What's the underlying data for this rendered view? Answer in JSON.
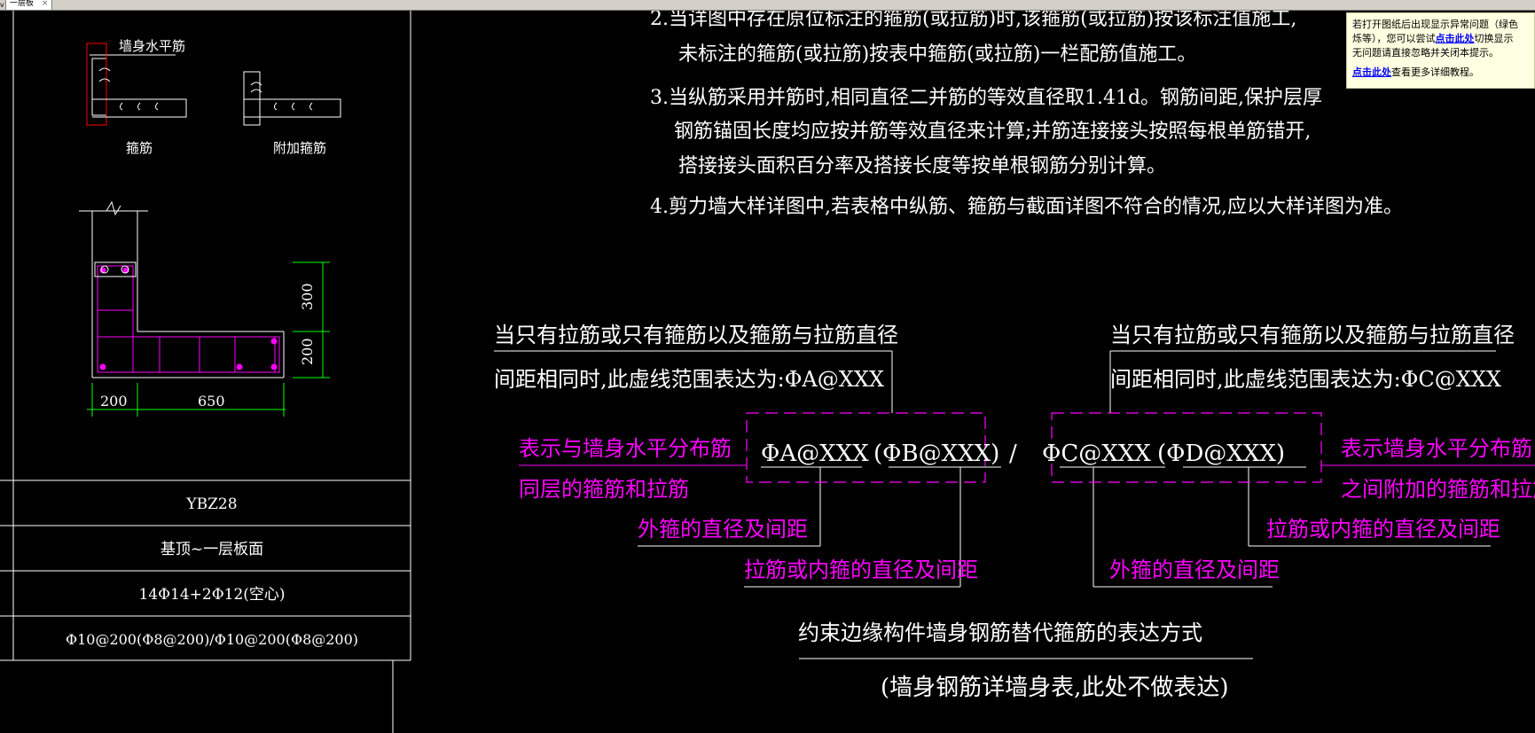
{
  "tab": {
    "left_fragment": "v",
    "label": "一层板",
    "close_glyph": "×"
  },
  "colors": {
    "canvas": "#000000",
    "line": "#ffffff",
    "magenta": "#ff00ff",
    "dim": "#00ff00",
    "red": "#ff0000",
    "notice_bg": "#ffffe1",
    "link": "#0000ff"
  },
  "notice": {
    "pre": "若打开图纸后出现显示异常问题（绿色",
    "line2_pre": "烁等），您可以尝试",
    "link1": "点击此处",
    "line2_post": "切换显示",
    "line3": "无问题请直接忽略并关闭本提示。",
    "link2": "点击此处",
    "line4_post": "查看更多详细教程。"
  },
  "notes": {
    "n2a": "2.当详图中存在原位标注的箍筋(或拉筋)时,该箍筋(或拉筋)按该标注值施工,",
    "n2b": "未标注的箍筋(或拉筋)按表中箍筋(或拉筋)一栏配筋值施工。",
    "n3a": "3.当纵筋采用并筋时,相同直径二并筋的等效直径取1.41d。钢筋间距,保护层厚",
    "n3b": "钢筋锚固长度均应按并筋等效直径来计算;并筋连接接头按照每根单筋错开,",
    "n3c": "搭接接头面积百分率及搭接长度等按单根钢筋分别计算。",
    "n4": "4.剪力墙大样详图中,若表格中纵筋、箍筋与截面详图不符合的情况,应以大样详图为准。"
  },
  "details": {
    "wall_horizontal": "墙身水平筋",
    "stirrup": "箍筋",
    "additional_stirrup": "附加箍筋",
    "dims": {
      "d300": "300",
      "d200v": "200",
      "d200h": "200",
      "d650": "650"
    }
  },
  "table": {
    "rows": [
      "YBZ28",
      "基顶~一层板面",
      "14Φ14+2Φ12(空心)",
      "Φ10@200(Φ8@200)/Φ10@200(Φ8@200)"
    ]
  },
  "legend": {
    "left_title_1": "当只有拉筋或只有箍筋以及箍筋与拉筋直径",
    "left_title_2": "间距相同时,此虚线范围表达为:ΦA@XXX",
    "right_title_1": "当只有拉筋或只有箍筋以及箍筋与拉筋直径",
    "right_title_2": "间距相同时,此虚线范围表达为:ΦC@XXX",
    "formula_a": "ΦA@XXX",
    "formula_b": "(ΦB@XXX)",
    "slash": "/",
    "formula_c": "ΦC@XXX",
    "formula_d": "(ΦD@XXX)",
    "m_left_1": "表示与墙身水平分布筋",
    "m_left_2": "同层的箍筋和拉筋",
    "m_outer_left": "外箍的直径及间距",
    "m_tie_left": "拉筋或内箍的直径及间距",
    "m_outer_right": "外箍的直径及间距",
    "m_tie_right": "拉筋或内箍的直径及间距",
    "m_right_1": "表示墙身水平分布筋",
    "m_right_2": "之间附加的箍筋和拉筋",
    "caption": "约束边缘构件墙身钢筋替代箍筋的表达方式",
    "subcaption": "(墙身钢筋详墙身表,此处不做表达)"
  }
}
